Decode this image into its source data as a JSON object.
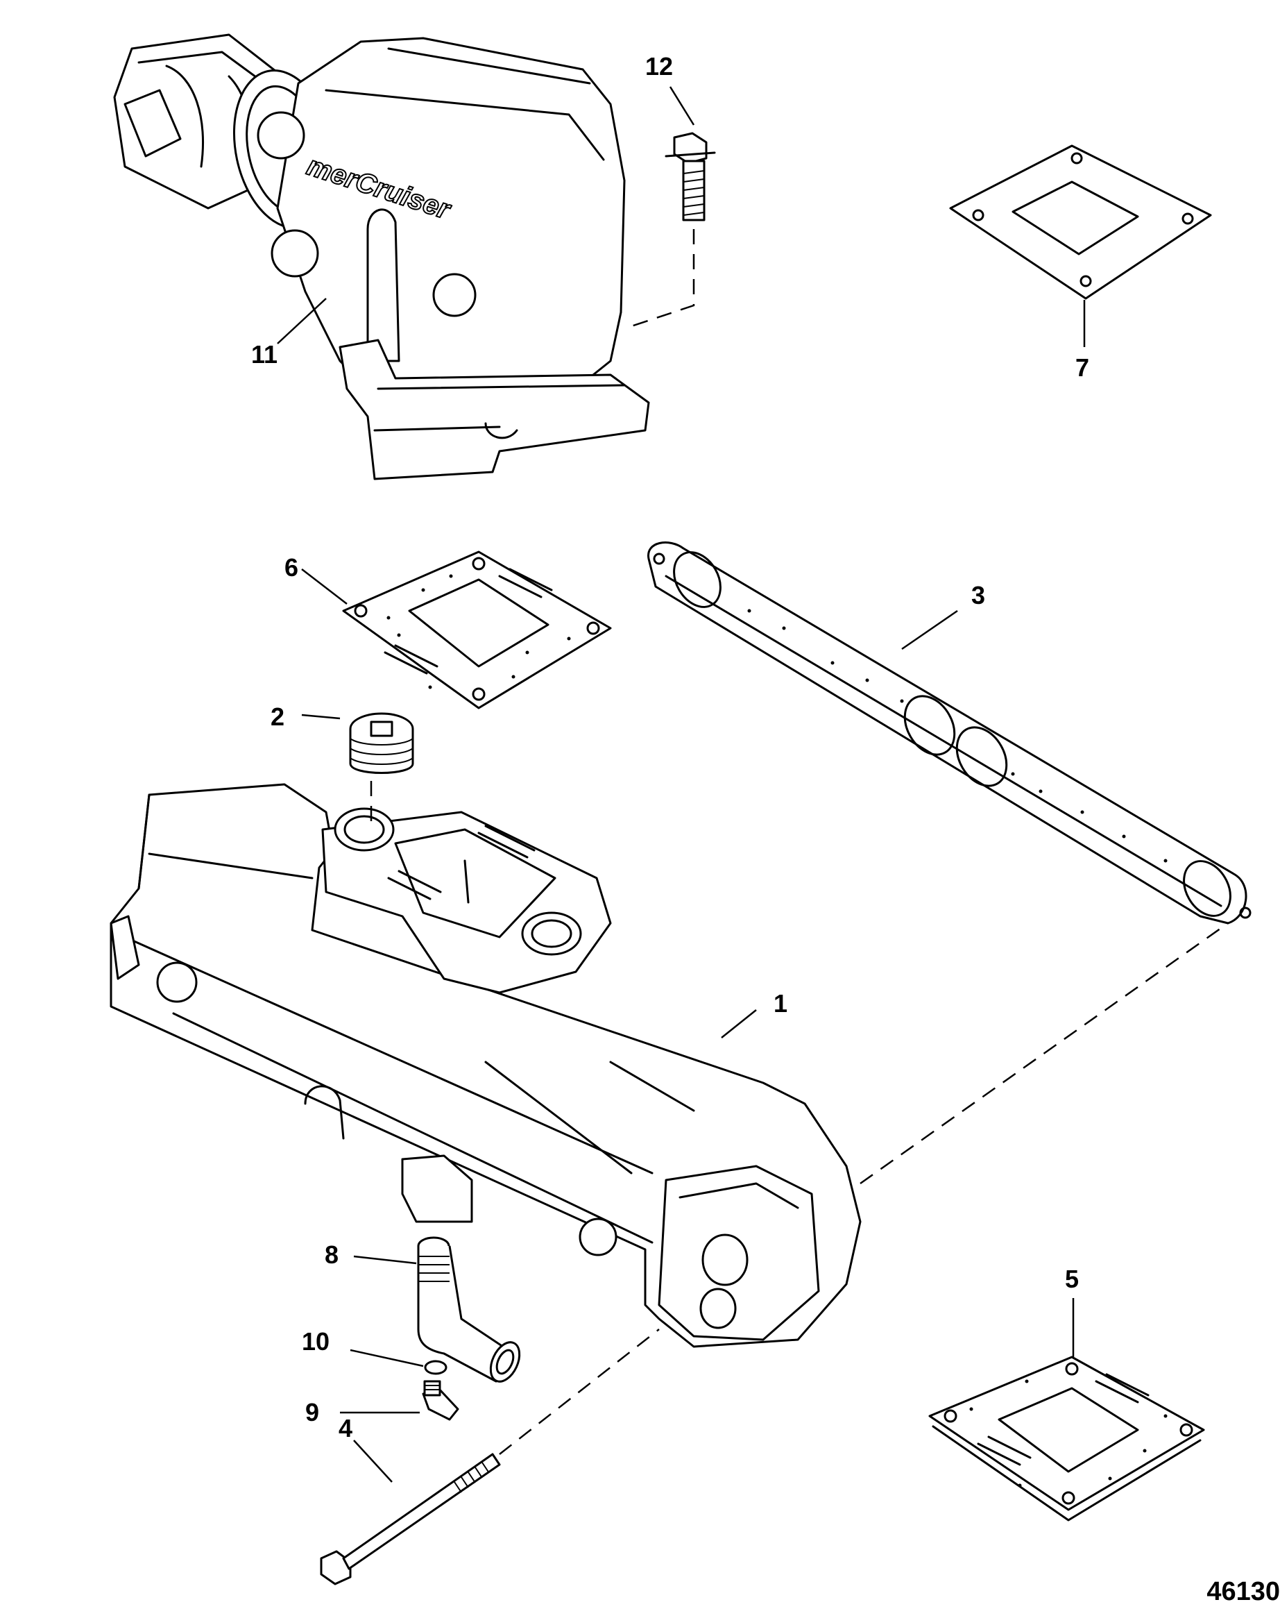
{
  "callouts": {
    "c1": "1",
    "c2": "2",
    "c3": "3",
    "c4": "4",
    "c5": "5",
    "c6": "6",
    "c7": "7",
    "c8": "8",
    "c9": "9",
    "c10": "10",
    "c11": "11",
    "c12": "12"
  },
  "brand_logo_text": "merCruiser",
  "drawing_number": "46130"
}
